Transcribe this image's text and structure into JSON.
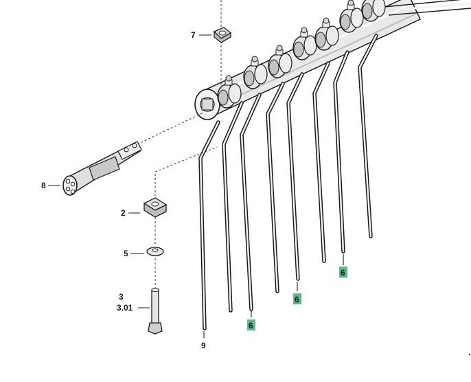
{
  "callouts": {
    "c7": "7",
    "c8": "8",
    "c2": "2",
    "c5": "5",
    "c3": "3",
    "c301": "3.01",
    "c9": "9",
    "c6a": "6",
    "c6b": "6",
    "c6c": "6"
  },
  "colors": {
    "highlight": "#5cb88a",
    "line": "#1a1a1a",
    "part_fill": "#e6e6e6",
    "part_shade": "#c4c4c4"
  }
}
